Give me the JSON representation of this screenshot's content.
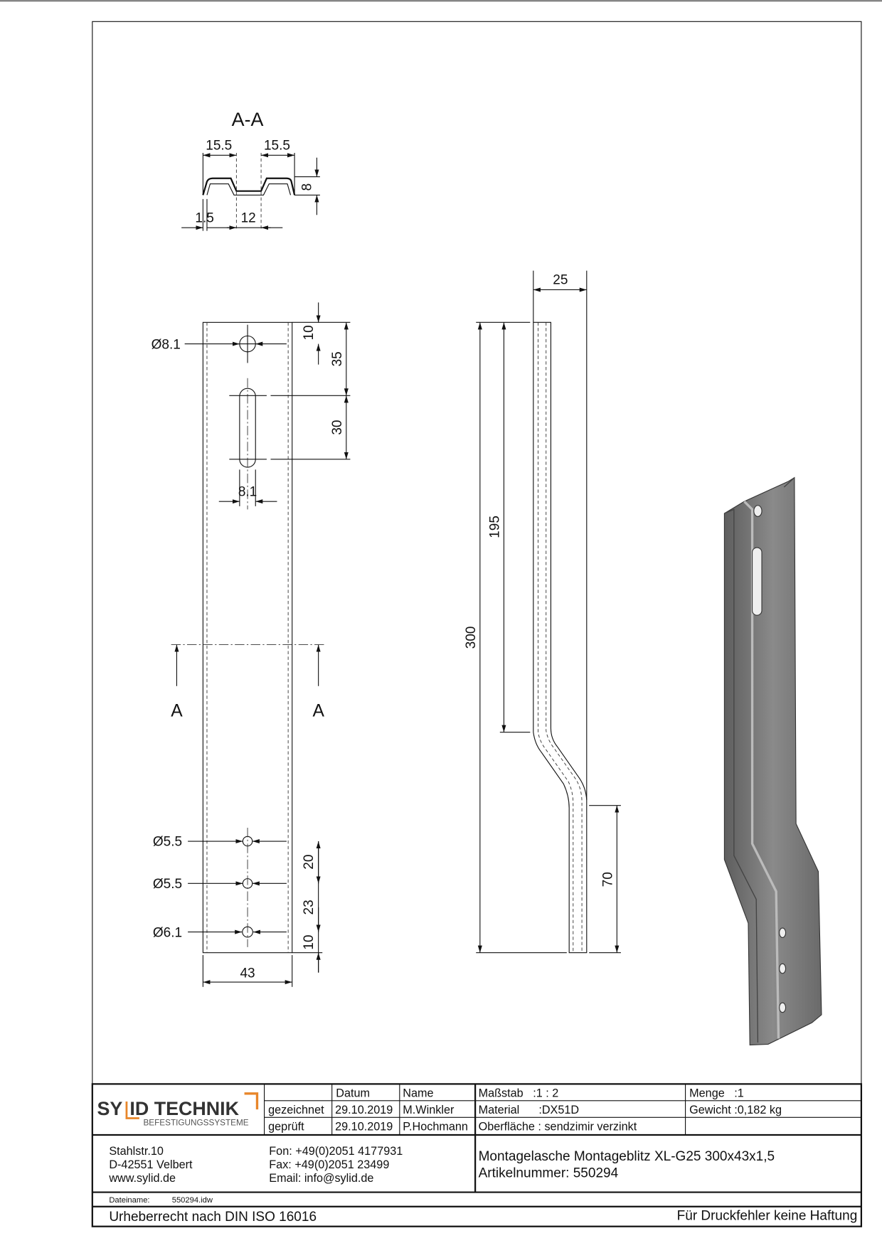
{
  "section_view": {
    "title": "A-A",
    "dims": {
      "left_width": "15.5",
      "right_width": "15.5",
      "height": "8",
      "thickness": "1.5",
      "center_width": "12"
    }
  },
  "front_view": {
    "hole_top": "Ø8.1",
    "slot_width": "8.1",
    "holes_bottom": [
      "Ø5.5",
      "Ø5.5",
      "Ø6.1"
    ],
    "dims_right": {
      "top_offset": "10",
      "to_slot": "35",
      "slot_length": "30"
    },
    "dims_bottom": [
      "20",
      "23",
      "10"
    ],
    "width": "43",
    "section_label_left": "A",
    "section_label_right": "A"
  },
  "side_view": {
    "offset_width": "25",
    "total_length": "300",
    "upper_length": "195",
    "lower_length": "70"
  },
  "title_block": {
    "logo": {
      "name": "SYLID TECHNIK",
      "tagline": "BEFESTIGUNGSSYSTEME",
      "accent_color": "#e8862a"
    },
    "headers": {
      "date": "Datum",
      "name": "Name"
    },
    "rows": [
      {
        "label": "gezeichnet",
        "date": "29.10.2019",
        "name": "M.Winkler"
      },
      {
        "label": "geprüft",
        "date": "29.10.2019",
        "name": "P.Hochmann"
      }
    ],
    "scale": "Maßstab   :1 : 2",
    "material": "Material      :DX51D",
    "surface": "Oberfläche : sendzimir verzinkt",
    "quantity": "Menge   :1",
    "weight": "Gewicht :0,182 kg",
    "address": [
      "Stahlstr.10",
      "D-42551 Velbert",
      "www.sylid.de"
    ],
    "contact": [
      "Fon: +49(0)2051 4177931",
      "Fax: +49(0)2051 23499",
      "Email: info@sylid.de"
    ],
    "product_title": "Montagelasche Montageblitz XL-G25 300x43x1,5",
    "article_number": "Artikelnummer: 550294",
    "filename_label": "Dateiname:",
    "filename": "550294.idw",
    "copyright": "Urheberrecht nach DIN ISO 16016",
    "disclaimer": "Für Druckfehler keine Haftung"
  }
}
